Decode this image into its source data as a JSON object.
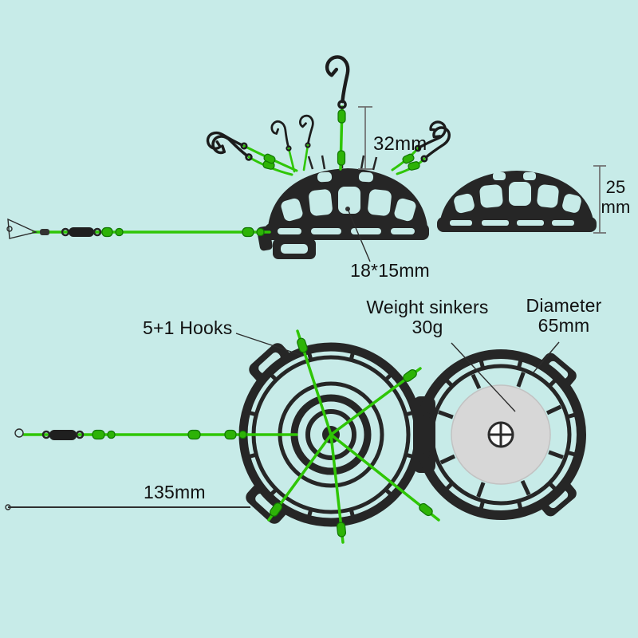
{
  "labels": {
    "hook_drop": "32mm",
    "cage_height_value": "25",
    "cage_height_unit": "mm",
    "mesh_size": "18*15mm",
    "hooks_count": "5+1 Hooks",
    "weight_title": "Weight sinkers",
    "weight_value": "30g",
    "diameter_title": "Diameter",
    "diameter_value": "65mm",
    "line_length": "135mm"
  },
  "colors": {
    "background": "#c7ebe8",
    "cage_dark": "#262626",
    "line_green": "#2fc606",
    "bead_green": "#2db307",
    "weight_disc": "#d7d7d7",
    "measure_gray": "#6e6e6e",
    "text": "#111111"
  }
}
